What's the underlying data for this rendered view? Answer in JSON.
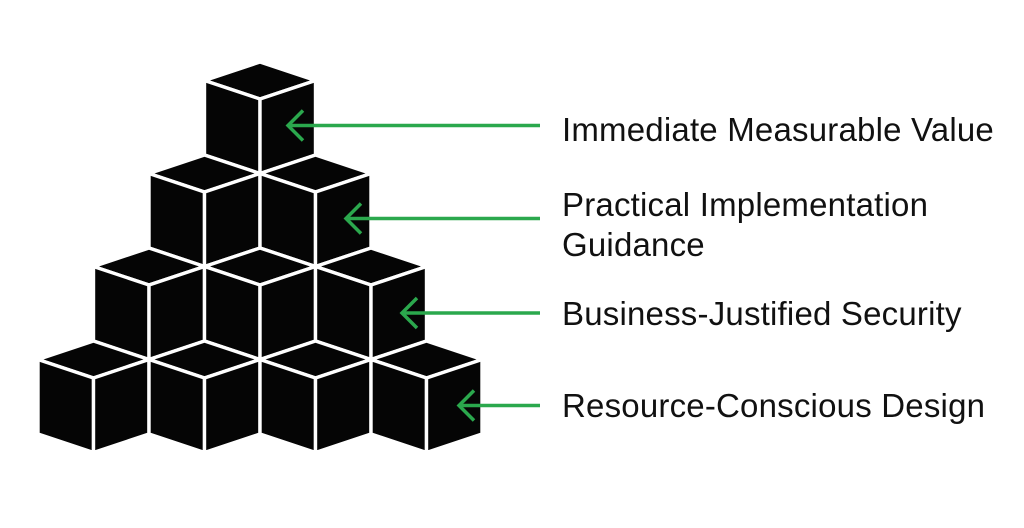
{
  "title": "Cube pyramid diagram",
  "colors": {
    "background": "#ffffff",
    "cube_fill": "#050505",
    "cube_stroke": "#ffffff",
    "arrow": "#2ba84d",
    "text": "#111111"
  },
  "pyramid": {
    "rows": [
      {
        "cubes": 1,
        "label": "Immediate Measurable Value"
      },
      {
        "cubes": 2,
        "label": "Practical Implementation\nGuidance"
      },
      {
        "cubes": 3,
        "label": "Business-Justified Security"
      },
      {
        "cubes": 4,
        "label": "Resource-Conscious Design"
      }
    ]
  }
}
